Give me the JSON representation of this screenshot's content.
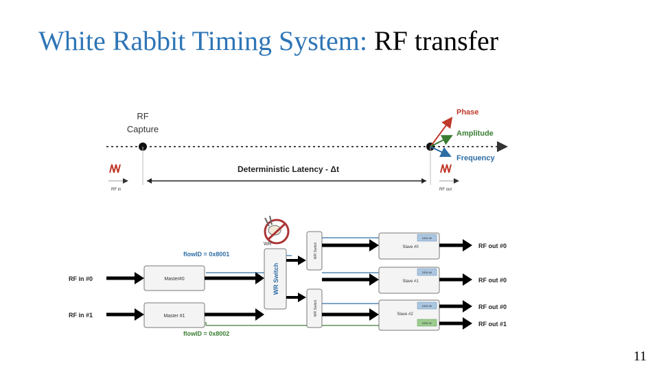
{
  "title": {
    "part1": "White Rabbit Timing System:",
    "part2": " RF transfer"
  },
  "page_number": "11",
  "top": {
    "rf_capture_line1": "RF",
    "rf_capture_line2": "Capture",
    "phase": "Phase",
    "amplitude": "Amplitude",
    "frequency": "Frequency",
    "latency": "Deterministic Latency - Δt",
    "rf_in": "RF in",
    "rf_out": "RF out"
  },
  "bottom": {
    "flow1": "flowID  = 0x8001",
    "flow2": "flowID  = 0x8002",
    "rf_in_0": "RF in #0",
    "rf_in_1": "RF in #1",
    "master0": "Master#0",
    "master1": "Master #1",
    "wr_switch": "WR Switch",
    "wr_switch_small": "WR Switch",
    "slave0": "Slave #0",
    "slave1": "Slave #1",
    "slave2": "Slave #2",
    "dds0": "DDS #0",
    "dds1": "DDS #1",
    "out1": "RF out #0",
    "out2": "RF out #0",
    "out3": "RF out #0",
    "out4": "RF out #1"
  },
  "colors": {
    "title_blue": "#2e75b6",
    "phase": "#c0392b",
    "amplitude": "#3a7d32",
    "frequency": "#2e6da4"
  }
}
